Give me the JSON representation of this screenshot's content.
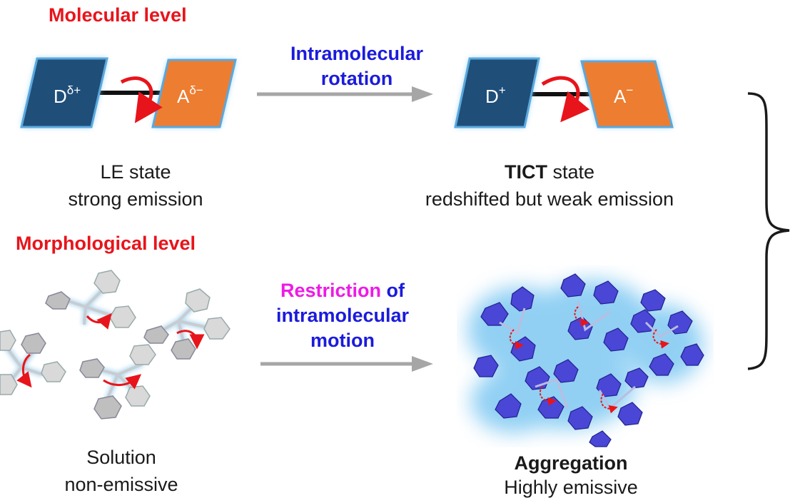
{
  "molecular": {
    "heading": "Molecular level",
    "donor_left": "D",
    "donor_left_sup": "δ+",
    "acceptor_left": "A",
    "acceptor_left_sup": "δ−",
    "process_line1": "Intramolecular",
    "process_line2": "rotation",
    "donor_right": "D",
    "donor_right_sup": "+",
    "acceptor_right": "A",
    "acceptor_right_sup": "−",
    "left_caption_line1": "LE state",
    "left_caption_line2": "strong emission",
    "right_caption_bold": "TICT",
    "right_caption_rest": " state",
    "right_caption_line2": "redshifted but weak emission"
  },
  "morphological": {
    "heading": "Morphological level",
    "process_word1": "Restriction",
    "process_word2": " of",
    "process_line2": "intramolecular",
    "process_line3": "motion",
    "left_caption_line1": "Solution",
    "left_caption_line2": "non-emissive",
    "right_caption_line1": "Aggregation",
    "right_caption_line2": "Highly emissive"
  },
  "colors": {
    "donor": "#1f4e79",
    "acceptor": "#ed7d31",
    "heading_red": "#e8141b",
    "process_blue": "#1b1bdc",
    "restriction_magenta": "#ee1ae6",
    "glow": "#7ec8f2"
  }
}
